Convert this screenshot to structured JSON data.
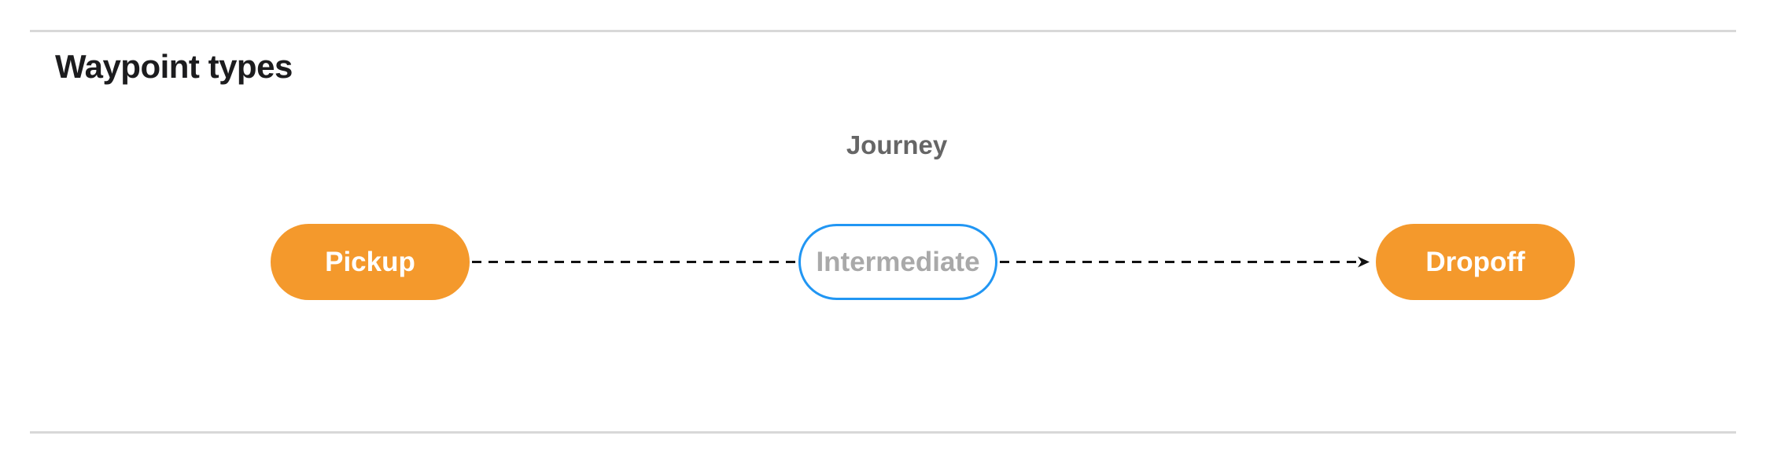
{
  "page": {
    "title": "Waypoint types"
  },
  "diagram": {
    "title": "Journey",
    "nodes": [
      {
        "id": "pickup",
        "label": "Pickup",
        "style": "endpoint-orange"
      },
      {
        "id": "intermediate",
        "label": "Intermediate",
        "style": "outlined-blue"
      },
      {
        "id": "dropoff",
        "label": "Dropoff",
        "style": "endpoint-orange"
      }
    ],
    "connections": [
      {
        "from": "Pickup",
        "to": "Intermediate",
        "line": "dashed",
        "arrowhead": false
      },
      {
        "from": "Intermediate",
        "to": "Dropoff",
        "line": "dashed",
        "arrowhead": true
      }
    ]
  },
  "theme": {
    "background": "#FFFFFF",
    "heading_text": "#1C1C1E",
    "diagram_title_text": "#666666",
    "endpoint_fill": "#F4992C",
    "endpoint_text": "#FFFFFF",
    "intermediate_fill": "#FFFFFF",
    "intermediate_border": "#2196F3",
    "intermediate_text": "#A9A9A9",
    "connector": "#111111",
    "divider": "#D8D8D8"
  }
}
